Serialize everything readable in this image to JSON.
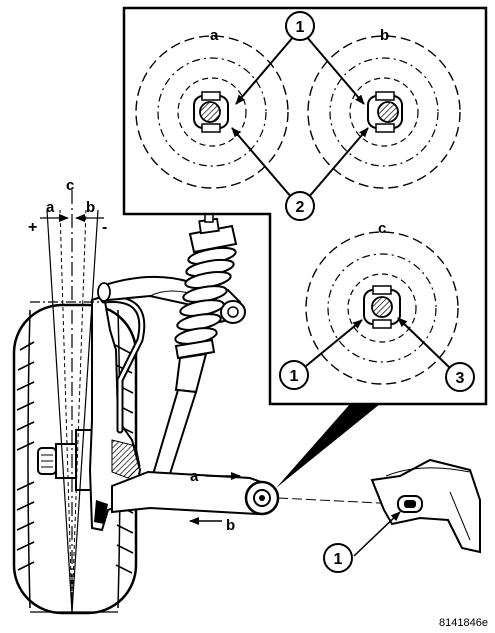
{
  "figure_id": "8141846e",
  "inset": {
    "views": [
      {
        "label": "a"
      },
      {
        "label": "b"
      },
      {
        "label": "c"
      }
    ],
    "callouts": [
      "1",
      "2",
      "1",
      "3"
    ]
  },
  "camber": {
    "labels": {
      "a": "a",
      "b": "b",
      "c": "c",
      "plus": "+",
      "minus": "-"
    }
  },
  "arm_arrows": {
    "a": "a",
    "b": "b"
  },
  "bottom_callout": "1"
}
